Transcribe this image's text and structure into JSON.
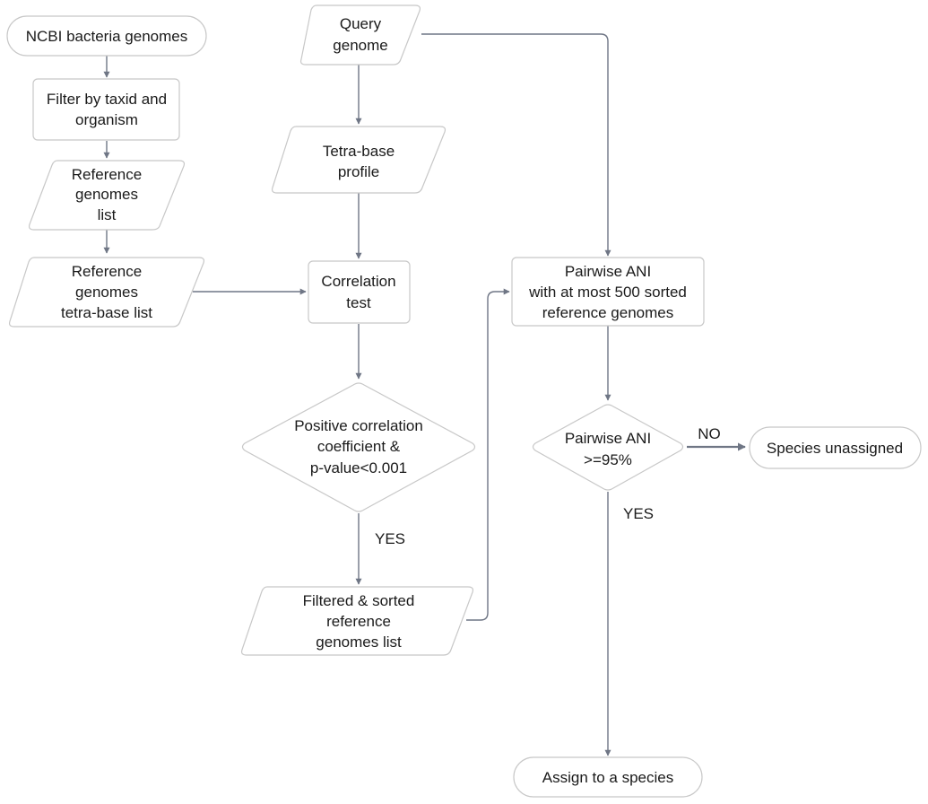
{
  "nodes": {
    "ncbi": "NCBI bacteria genomes",
    "filter": [
      "Filter by taxid and",
      "organism"
    ],
    "ref_list": [
      "Reference",
      "genomes",
      "list"
    ],
    "ref_tetra": [
      "Reference",
      "genomes",
      "tetra-base list"
    ],
    "query": [
      "Query",
      "genome"
    ],
    "tetra_profile": [
      "Tetra-base",
      "profile"
    ],
    "correlation": [
      "Correlation",
      "test"
    ],
    "decision_corr": [
      "Positive correlation",
      "coefficient &",
      "p-value<0.001"
    ],
    "filtered_list": [
      "Filtered & sorted",
      "reference",
      "genomes list"
    ],
    "pairwise": [
      "Pairwise ANI",
      "with at most 500 sorted",
      "reference genomes"
    ],
    "decision_ani": [
      "Pairwise ANI",
      ">=95%"
    ],
    "unassigned": "Species unassigned",
    "assign": "Assign to a species"
  },
  "edge_labels": {
    "yes_corr": "YES",
    "yes_ani": "YES",
    "no_ani": "NO"
  },
  "colors": {
    "arrow": "#6f7685",
    "box_border": "#c8c8c8",
    "text": "#1a1a1a"
  }
}
